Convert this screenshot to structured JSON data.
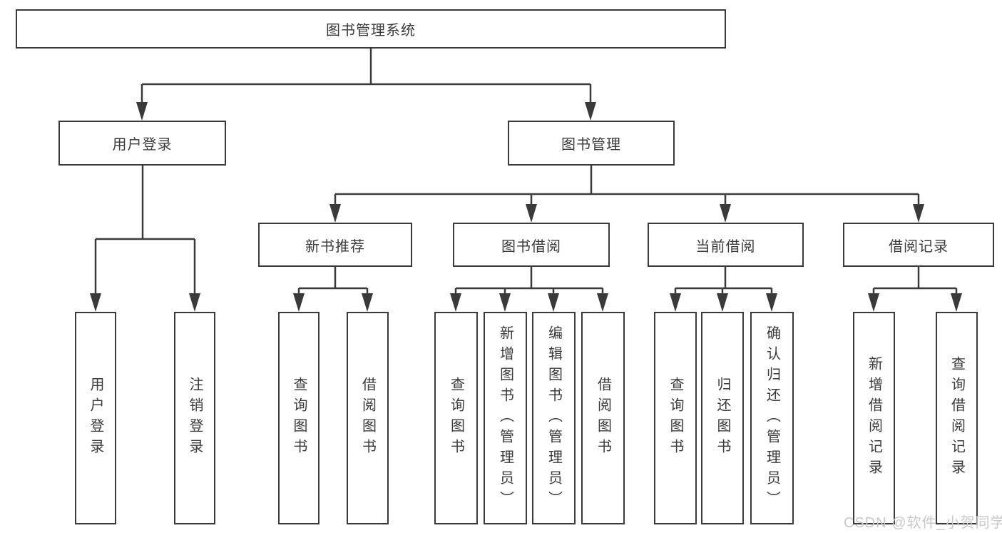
{
  "colors": {
    "line": "#3a3a3a",
    "text": "#3a3a3a",
    "box_background": "#ffffff",
    "watermark": "#c9c9c9",
    "page_background": "#ffffff"
  },
  "watermark": {
    "text": "CSDN @软件_小贺同学"
  },
  "tree": {
    "root": {
      "label": "图书管理系统"
    },
    "branches": [
      {
        "label": "用户登录",
        "children": [
          {
            "label": "用户登录"
          },
          {
            "label": "注销登录"
          }
        ]
      },
      {
        "label": "图书管理",
        "groups": [
          {
            "label": "新书推荐",
            "children": [
              {
                "label": "查询图书"
              },
              {
                "label": "借阅图书"
              }
            ]
          },
          {
            "label": "图书借阅",
            "children": [
              {
                "label": "查询图书"
              },
              {
                "label": "新增图书（管理员）"
              },
              {
                "label": "编辑图书（管理员）"
              },
              {
                "label": "借阅图书"
              }
            ]
          },
          {
            "label": "当前借阅",
            "children": [
              {
                "label": "查询图书"
              },
              {
                "label": "归还图书"
              },
              {
                "label": "确认归还（管理员）"
              }
            ]
          },
          {
            "label": "借阅记录",
            "children": [
              {
                "label": "新增借阅记录"
              },
              {
                "label": "查询借阅记录"
              }
            ]
          }
        ]
      }
    ]
  }
}
